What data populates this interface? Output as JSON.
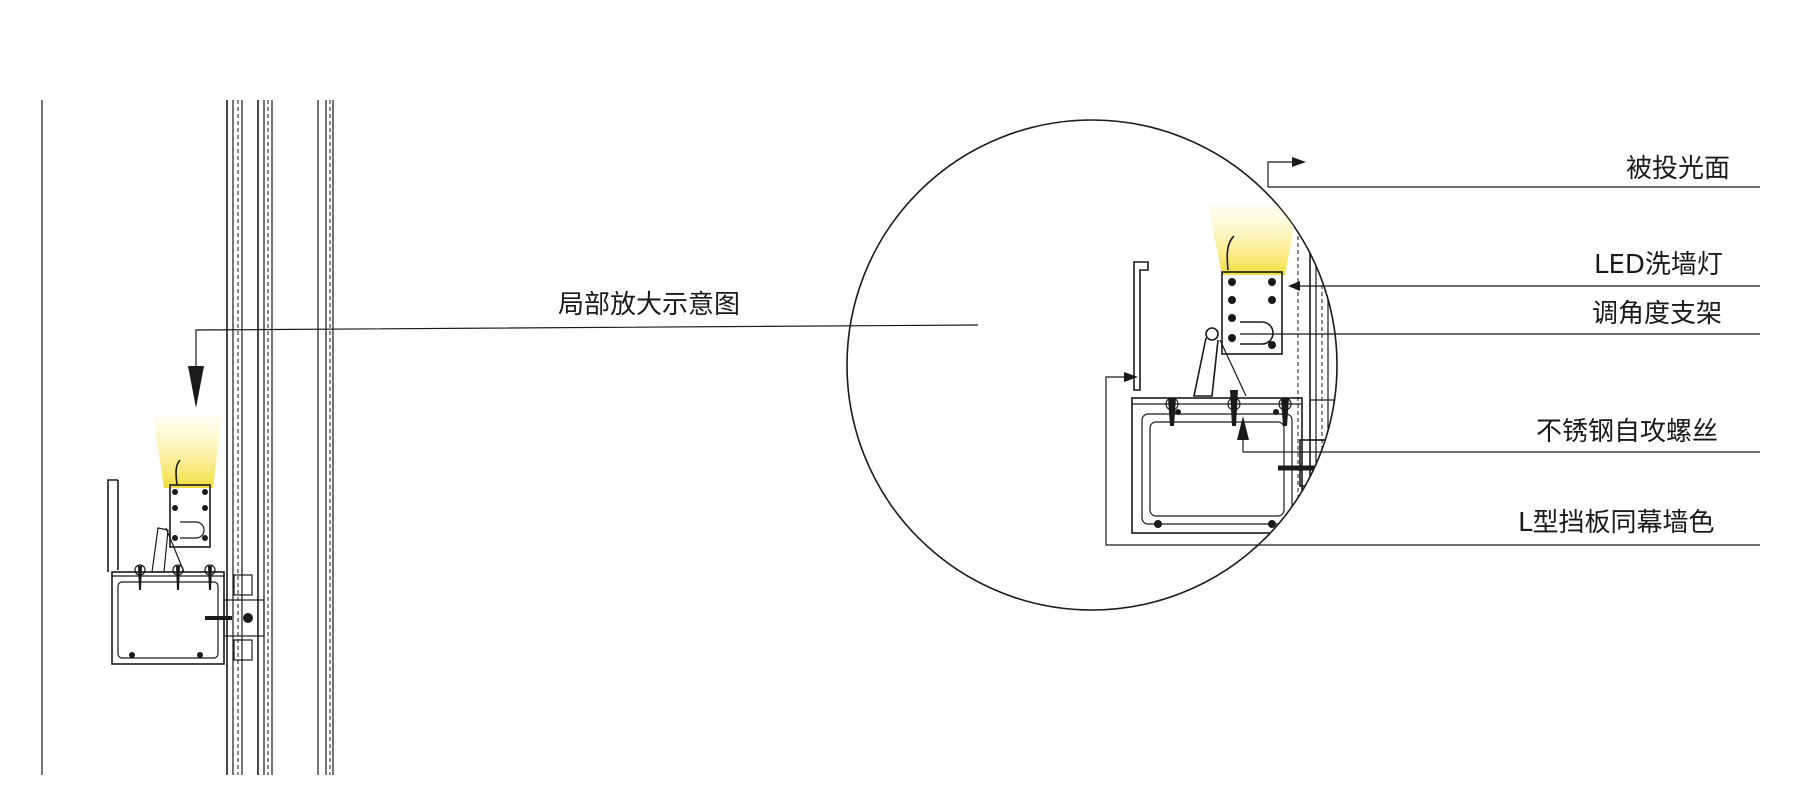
{
  "diagram": {
    "title_label": "局部放大示意图",
    "callouts": [
      {
        "text": "被投光面"
      },
      {
        "text": "LED洗墙灯"
      },
      {
        "text": "调角度支架"
      },
      {
        "text": "不锈钢自攻螺丝"
      },
      {
        "text": "L型挡板同幕墙色"
      }
    ],
    "colors": {
      "line": "#1a1a1a",
      "light_beam": "#f5e76a",
      "background": "#ffffff"
    }
  }
}
